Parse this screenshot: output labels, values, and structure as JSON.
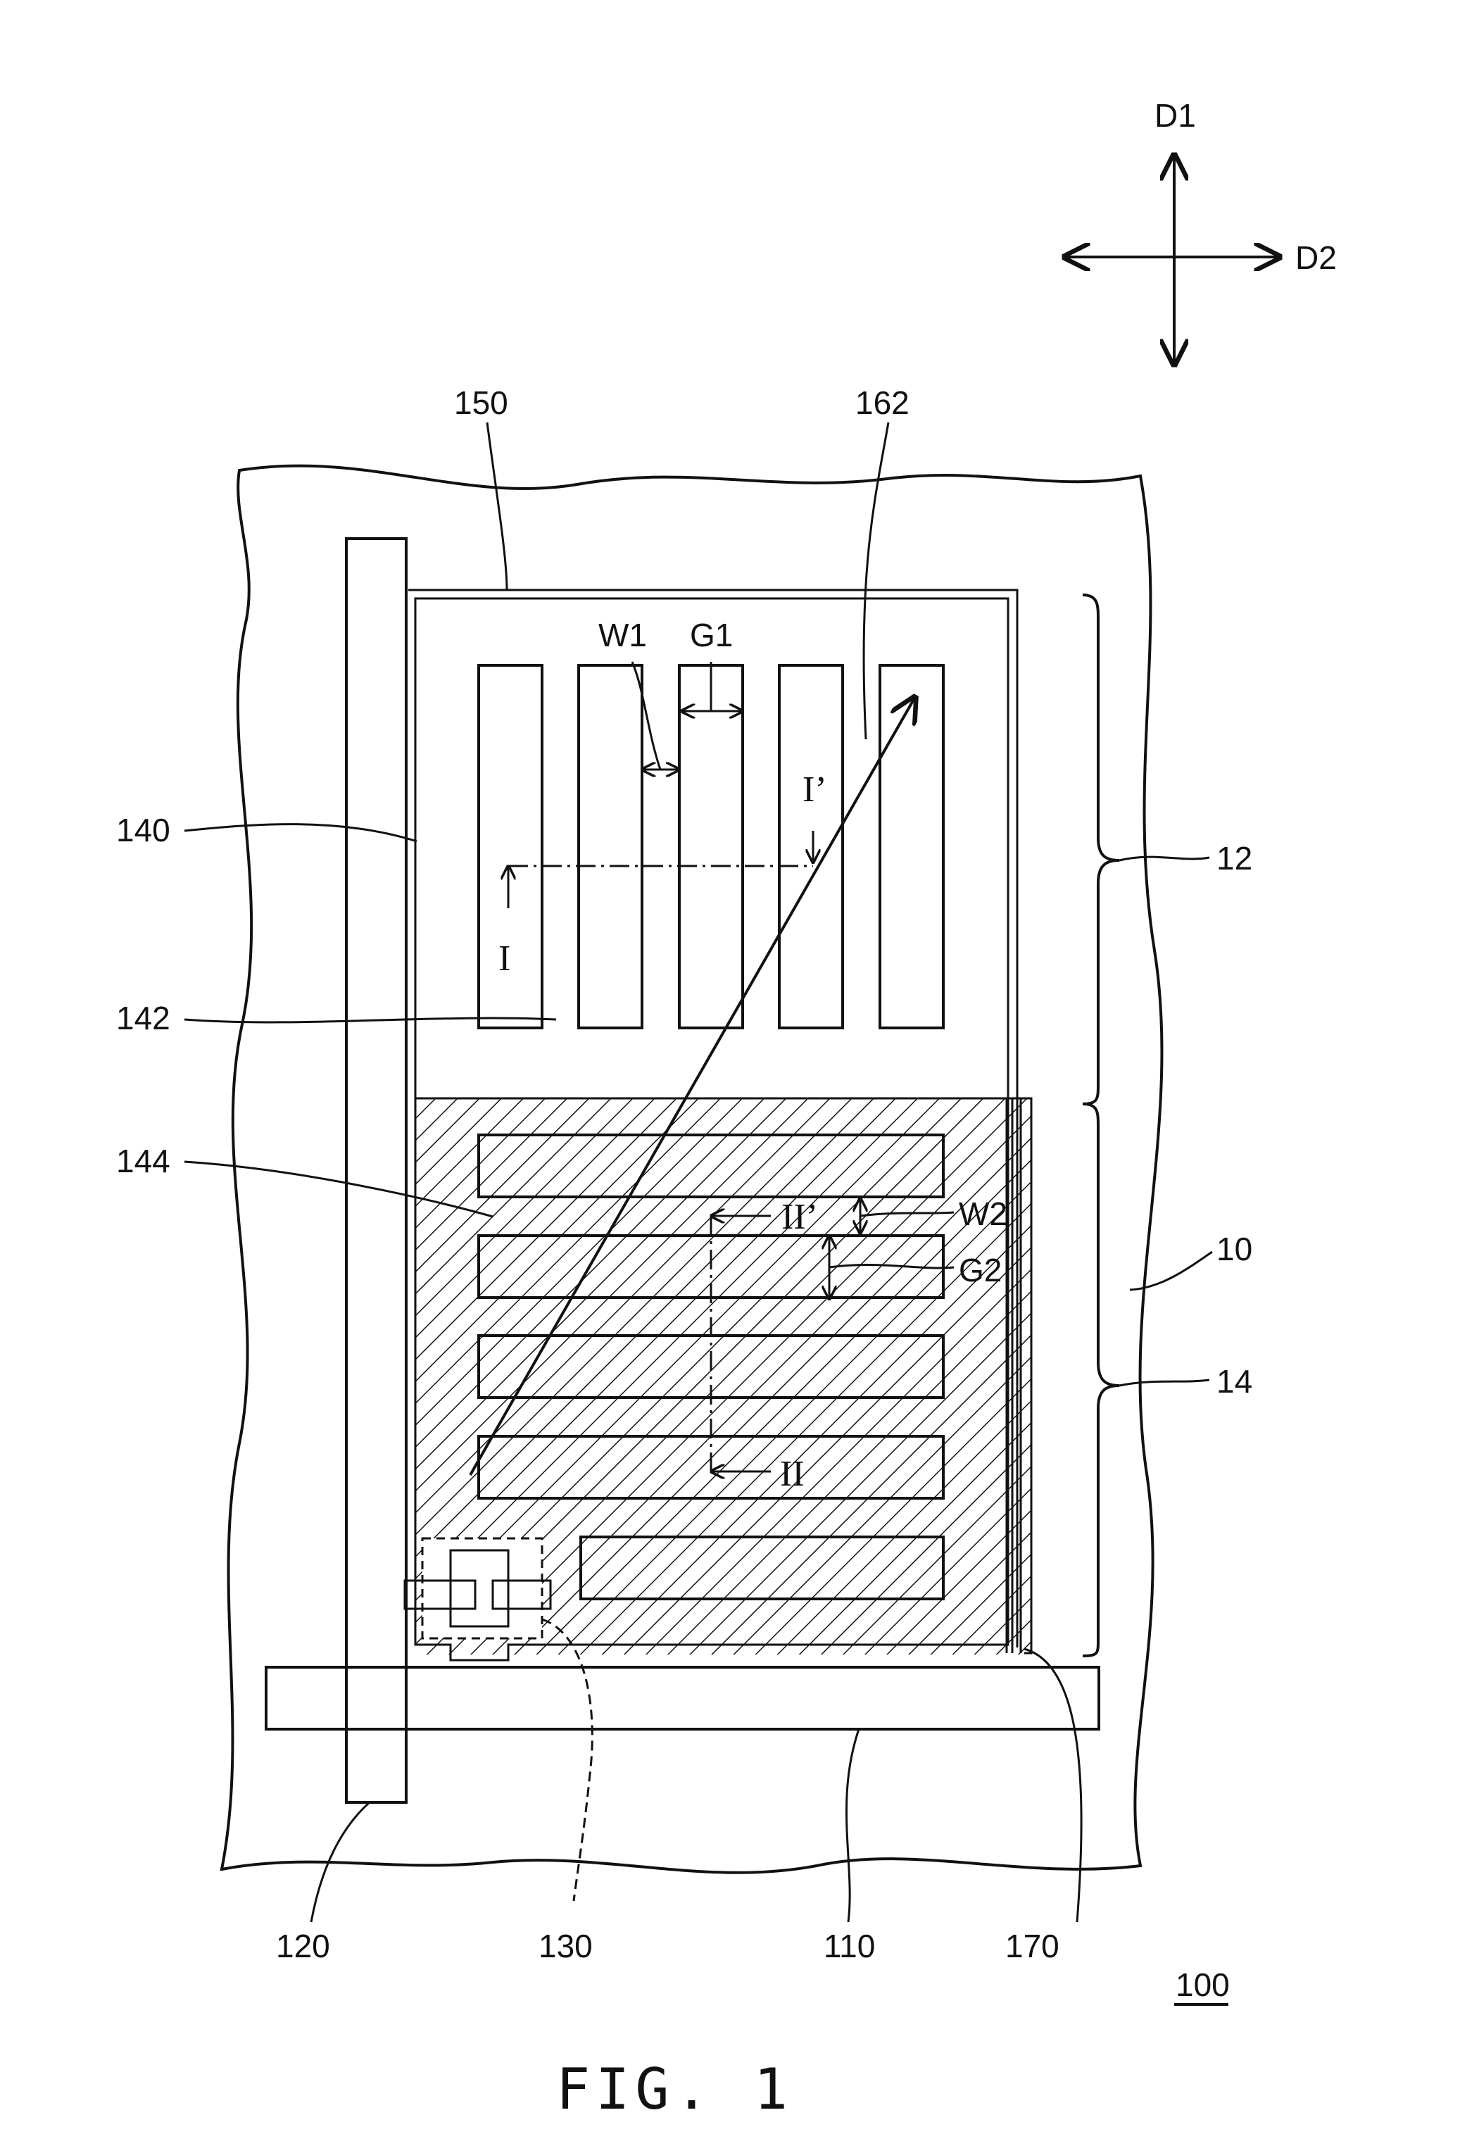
{
  "figure": {
    "caption": "FIG. 1",
    "ref_main": "100"
  },
  "direction_labels": {
    "d1": "D1",
    "d2": "D2"
  },
  "reference_labels": {
    "r150": "150",
    "r162": "162",
    "r140": "140",
    "r142": "142",
    "r144": "144",
    "r12": "12",
    "r10": "10",
    "r14": "14",
    "r120": "120",
    "r130": "130",
    "r110": "110",
    "r170": "170"
  },
  "dimension_labels": {
    "w1": "W1",
    "g1": "G1",
    "w2": "W2",
    "g2": "G2"
  },
  "section_labels": {
    "i_start": "I",
    "i_end": "I’",
    "ii_start": "II",
    "ii_end": "II’"
  }
}
